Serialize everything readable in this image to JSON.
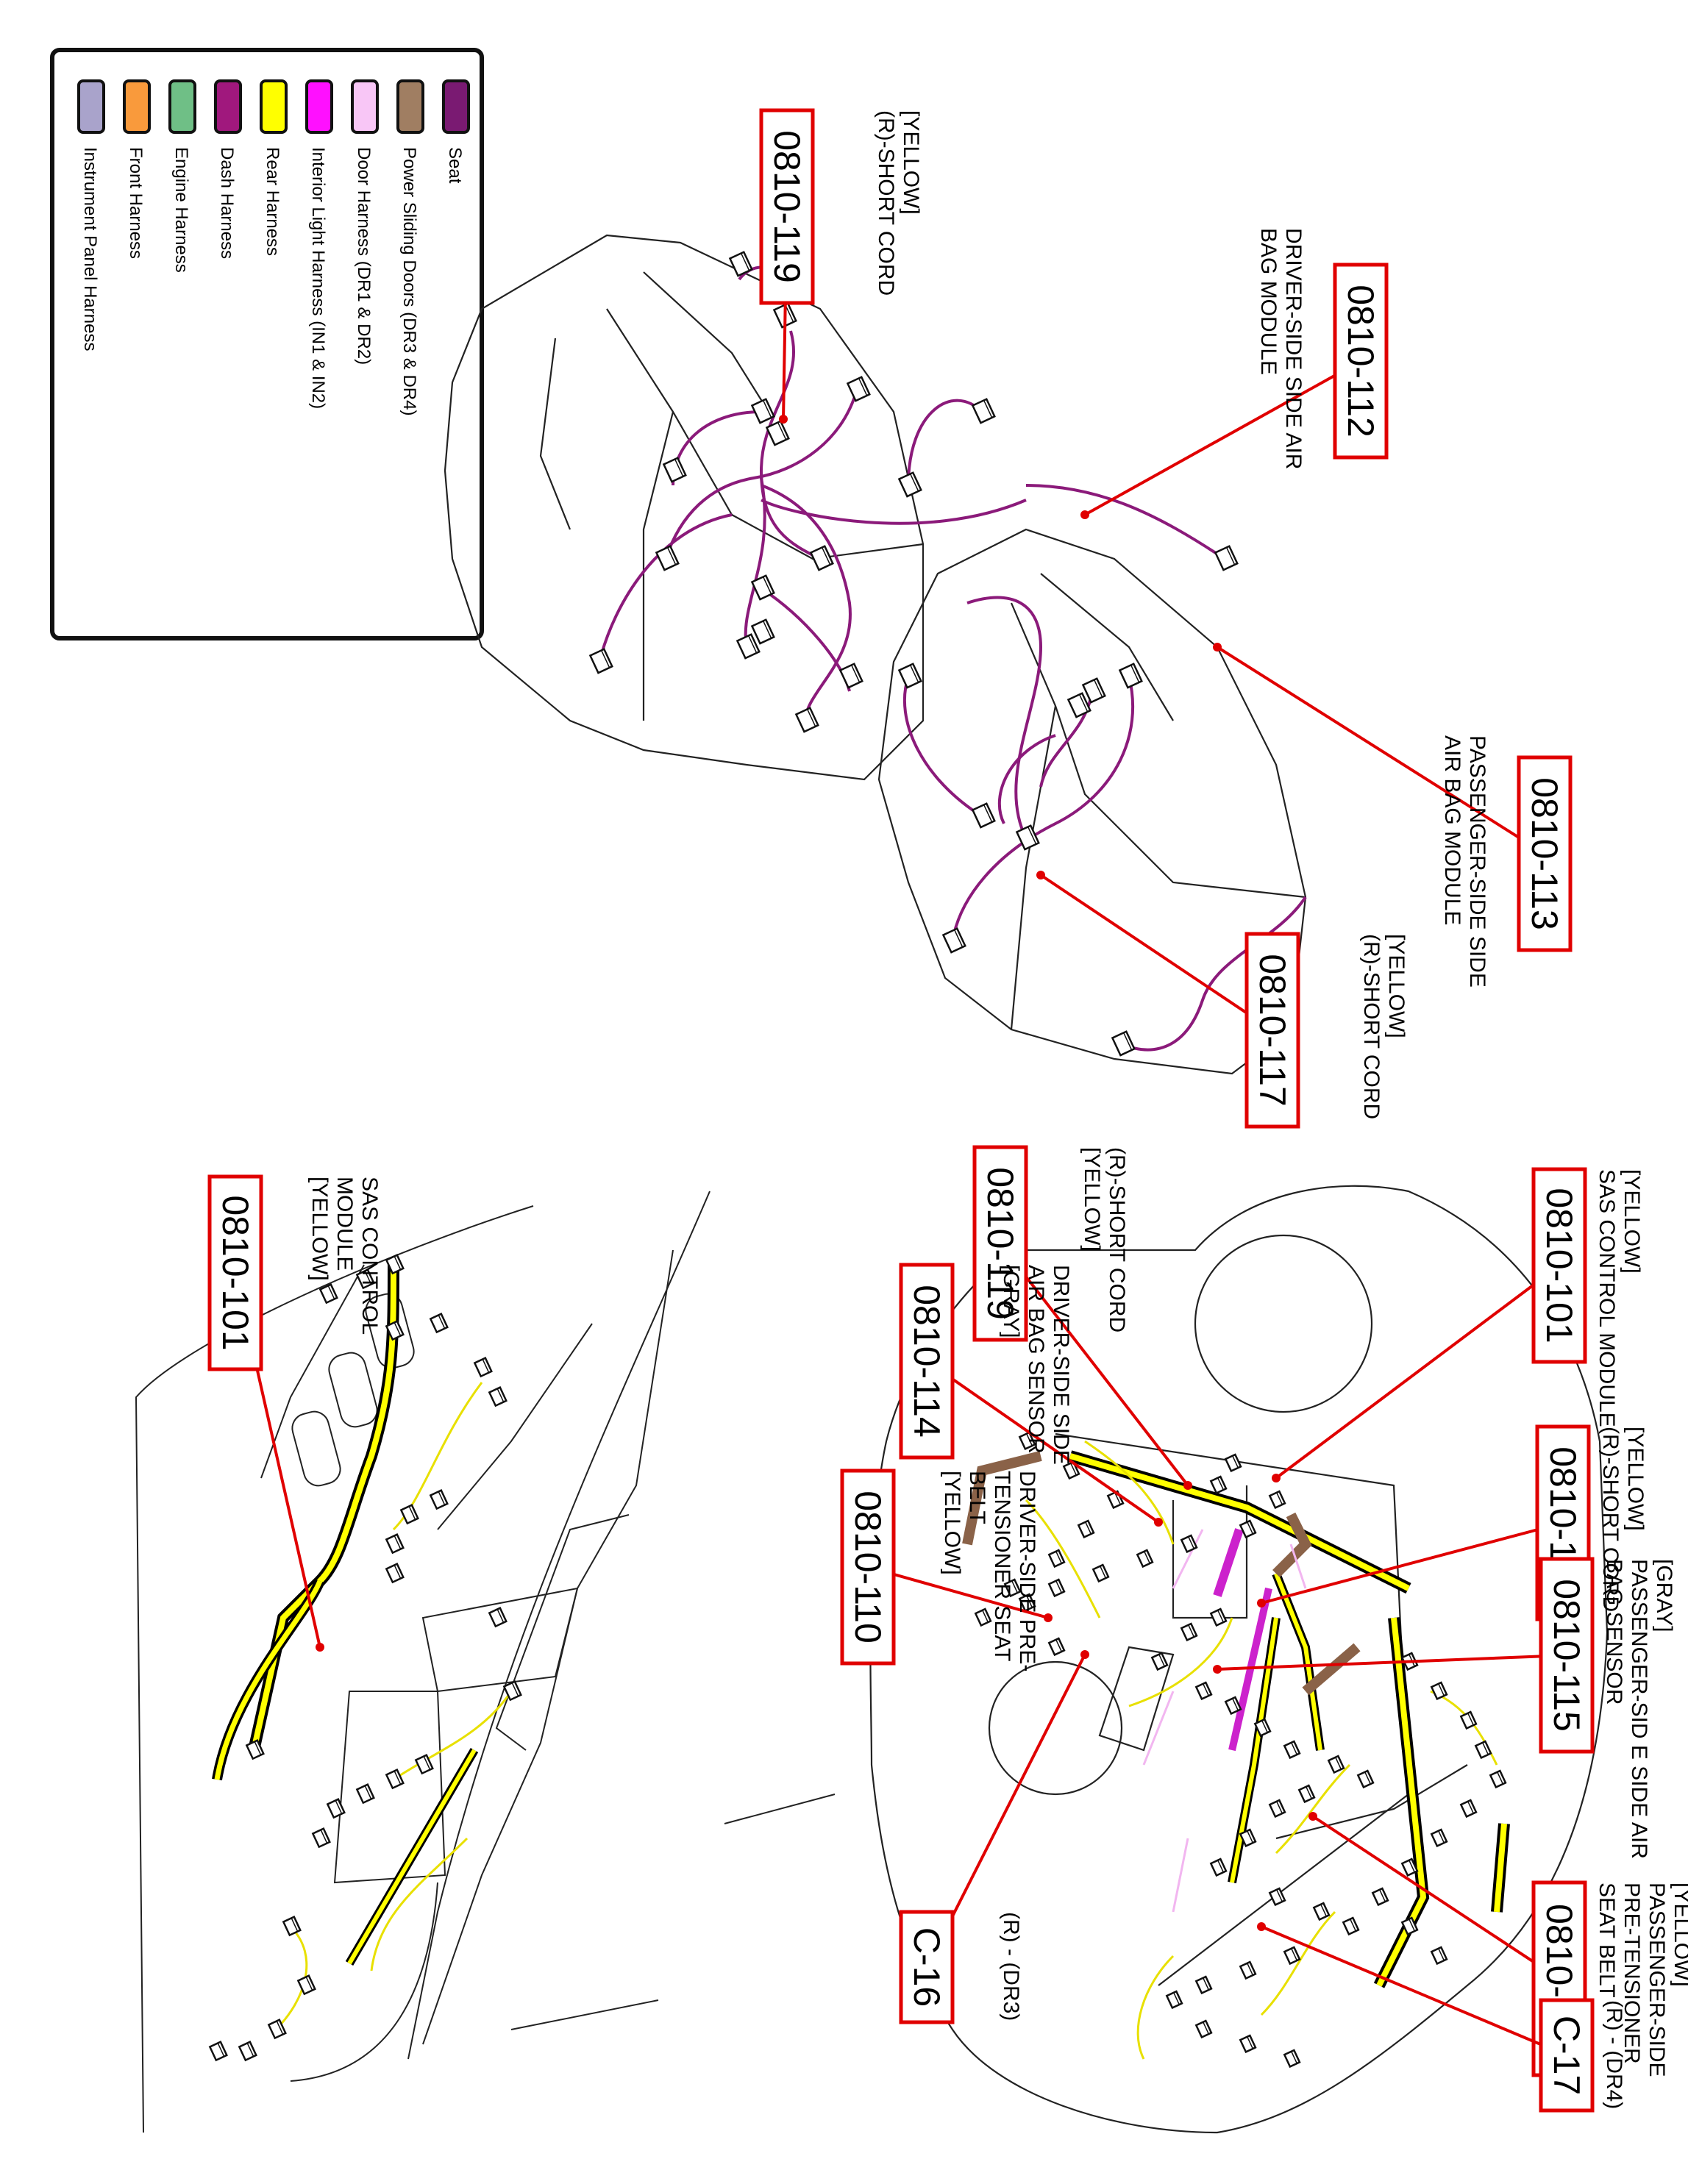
{
  "colors": {
    "callout": "#e00000",
    "seat": "#8b1a7a",
    "rear": "#ffff00",
    "brown": "#8a6248",
    "magenta": "#cc22cc",
    "pink": "#f2b6f0"
  },
  "legend": {
    "items": [
      {
        "label": "Instrument Panel Harness",
        "color": "#a9a3cb"
      },
      {
        "label": "Front Harness",
        "color": "#f99a3c"
      },
      {
        "label": "Engine Harness",
        "color": "#6fbf86"
      },
      {
        "label": "Dash Harness",
        "color": "#a0187d"
      },
      {
        "label": "Rear Harness",
        "color": "#ffff00"
      },
      {
        "label": "Interior Light Harness (IN1 & IN2)",
        "color": "#ff10ff"
      },
      {
        "label": "Door Harness (DR1 & DR2)",
        "color": "#f8c6f6"
      },
      {
        "label": "Power Sliding Doors (DR3 & DR4)",
        "color": "#a07e62"
      },
      {
        "label": "Seat",
        "color": "#7a1a72"
      }
    ]
  },
  "callouts": [
    {
      "code": "0810-119",
      "lines": [
        "[YELLOW]",
        "(R)-SHORT CORD"
      ]
    },
    {
      "code": "0810-112",
      "lines": [
        "DRIVER-SIDE SIDE AIR",
        "BAG MODULE"
      ]
    },
    {
      "code": "0810-113",
      "lines": [
        "PASSENGER-SIDE SIDE",
        "AIR BAG MODULE"
      ]
    },
    {
      "code": "0810-117",
      "lines": [
        "[YELLOW]",
        "(R)-SHORT CORD"
      ]
    },
    {
      "code": "0810-101",
      "lines": [
        "SAS CONTROL",
        "MODULE",
        "[YELLOW]"
      ]
    },
    {
      "code": "0810-119",
      "lines": [
        "(R)-SHORT CORD",
        "[YELLOW]"
      ]
    },
    {
      "code": "0810-114",
      "lines": [
        "DRIVER-SIDE SIDE",
        "AIR BAG SENSOR",
        "[GRAY]"
      ]
    },
    {
      "code": "0810-110",
      "lines": [
        "DRIVER-SIDE PRE-",
        "TENSIONER SEAT",
        "BELT",
        "[YELLOW]"
      ]
    },
    {
      "code": "C-16",
      "lines": [
        "(R) - (DR3)"
      ]
    },
    {
      "code": "0810-101",
      "lines": [
        "[YELLOW]",
        "SAS CONTROL MODULE"
      ]
    },
    {
      "code": "0810-117",
      "lines": [
        "[YELLOW]",
        "(R)-SHORT CORD"
      ]
    },
    {
      "code": "0810-115",
      "lines": [
        "[GRAY]",
        "PASSENGER-SID E SIDE AIR",
        "BAG SENSOR"
      ]
    },
    {
      "code": "0810-111",
      "lines": [
        "[YELLOW]",
        "PASSENGER-SIDE",
        "PRE-TENSIONER",
        "SEAT BELT"
      ]
    },
    {
      "code": "C-17",
      "lines": [
        "(R) - (DR4)"
      ]
    }
  ]
}
